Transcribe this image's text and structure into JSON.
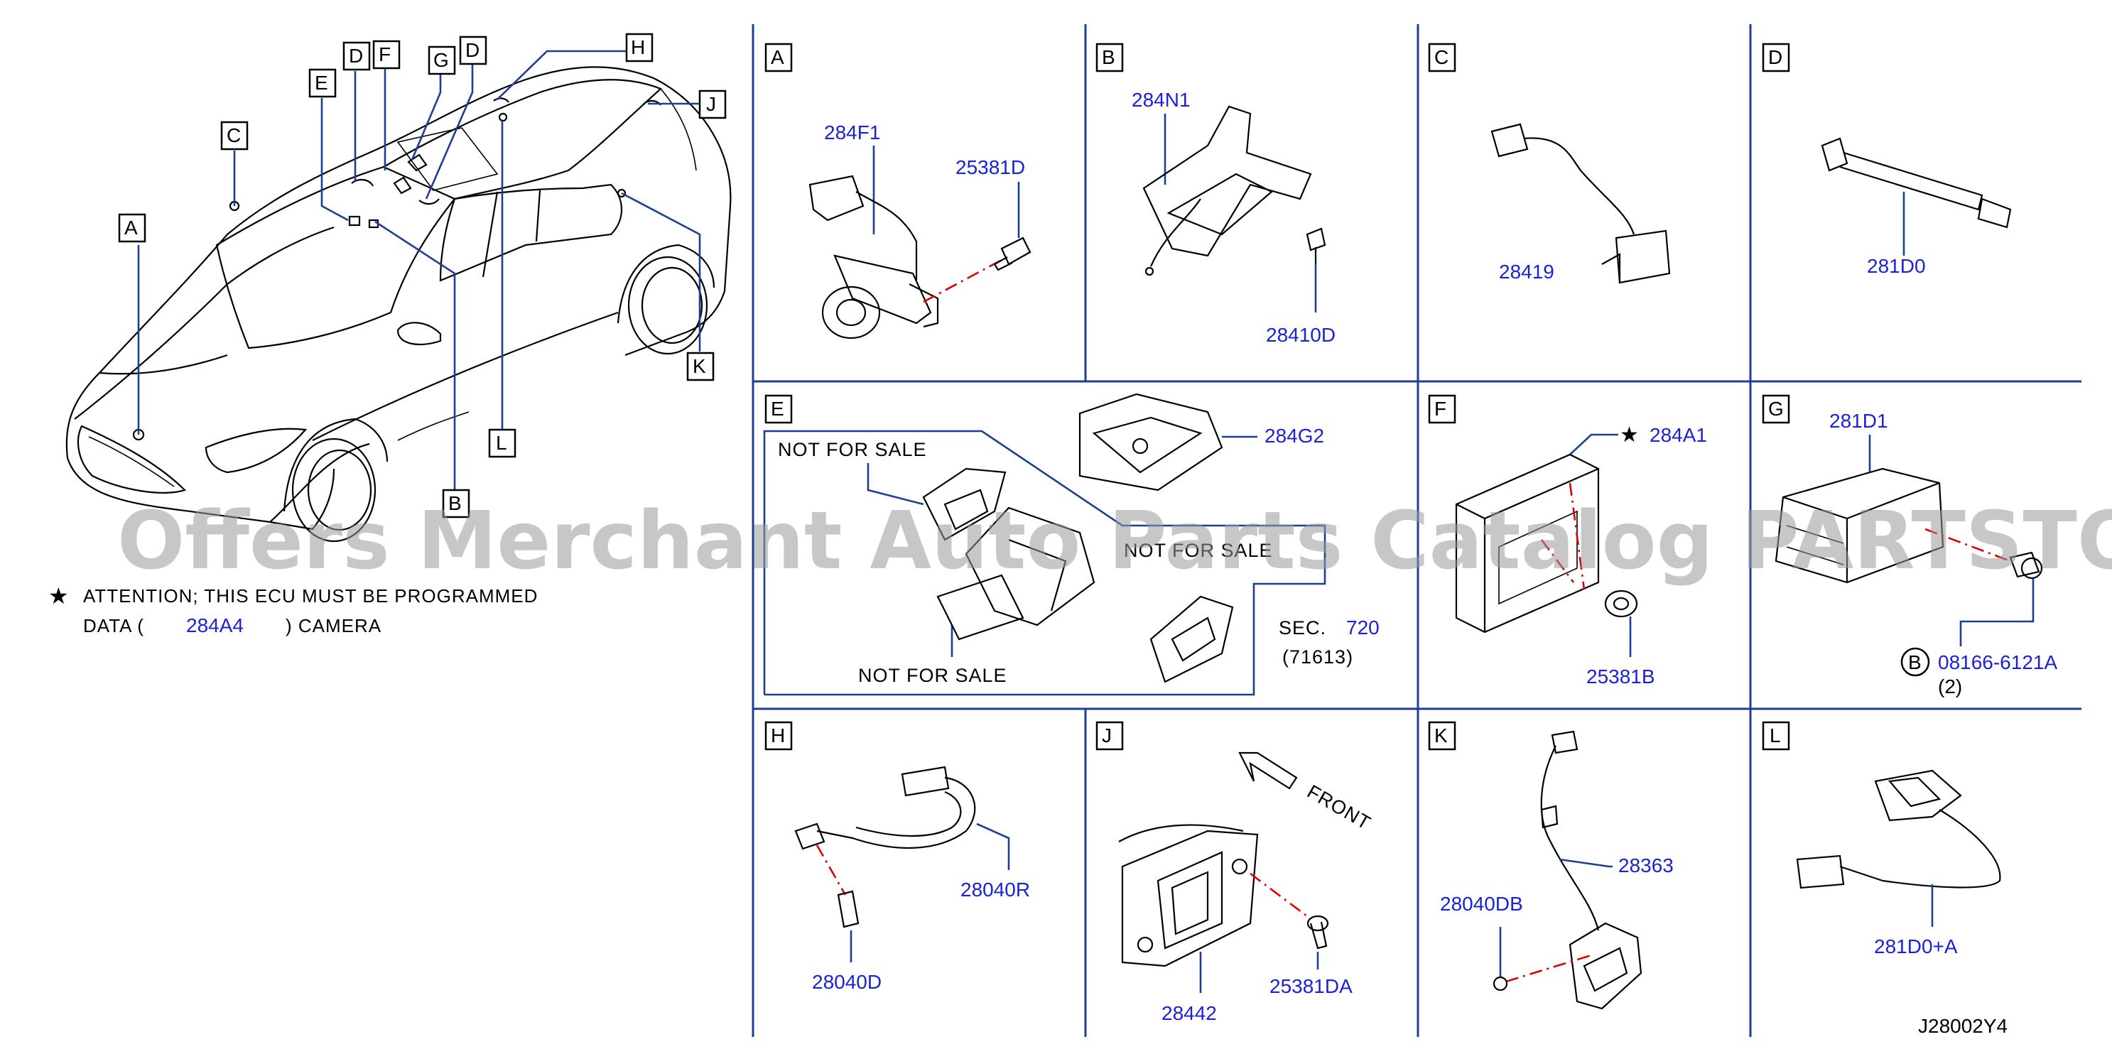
{
  "diagram_id": "J28002Y4",
  "watermark": "Offers Merchant Auto Parts Catalog PARTSTORE.SA",
  "attention": {
    "star": "★",
    "line1": "ATTENTION;  THIS  ECU  MUST  BE  PROGRAMMED",
    "line2_pre": "DATA  (",
    "line2_part": "284A4",
    "line2_post": ")  CAMERA"
  },
  "overview_callouts": [
    "A",
    "B",
    "C",
    "D",
    "D",
    "E",
    "F",
    "G",
    "H",
    "J",
    "K",
    "L"
  ],
  "panels": {
    "A": {
      "label": "A",
      "parts": [
        "284F1",
        "25381D"
      ]
    },
    "B": {
      "label": "B",
      "parts": [
        "284N1",
        "28410D"
      ]
    },
    "C": {
      "label": "C",
      "parts": [
        "28419"
      ]
    },
    "D": {
      "label": "D",
      "parts": [
        "281D0"
      ]
    },
    "E": {
      "label": "E",
      "parts": [
        "284G2"
      ],
      "nfs": [
        "NOT  FOR  SALE",
        "NOT  FOR  SALE",
        "NOT  FOR  SALE"
      ],
      "sec_label": "SEC.",
      "sec_num": "720",
      "sec_sub": "(71613)"
    },
    "F": {
      "label": "F",
      "parts": [
        "284A1",
        "25381B"
      ],
      "star": "★"
    },
    "G": {
      "label": "G",
      "parts": [
        "281D1",
        "08166-6121A"
      ],
      "bolt_tag": "B",
      "qty": "(2)"
    },
    "H": {
      "label": "H",
      "parts": [
        "28040R",
        "28040D"
      ]
    },
    "J": {
      "label": "J",
      "parts": [
        "28442",
        "25381DA"
      ],
      "front": "FRONT"
    },
    "K": {
      "label": "K",
      "parts": [
        "28363",
        "28040DB"
      ]
    },
    "L": {
      "label": "L",
      "parts": [
        "281D0+A"
      ]
    }
  }
}
